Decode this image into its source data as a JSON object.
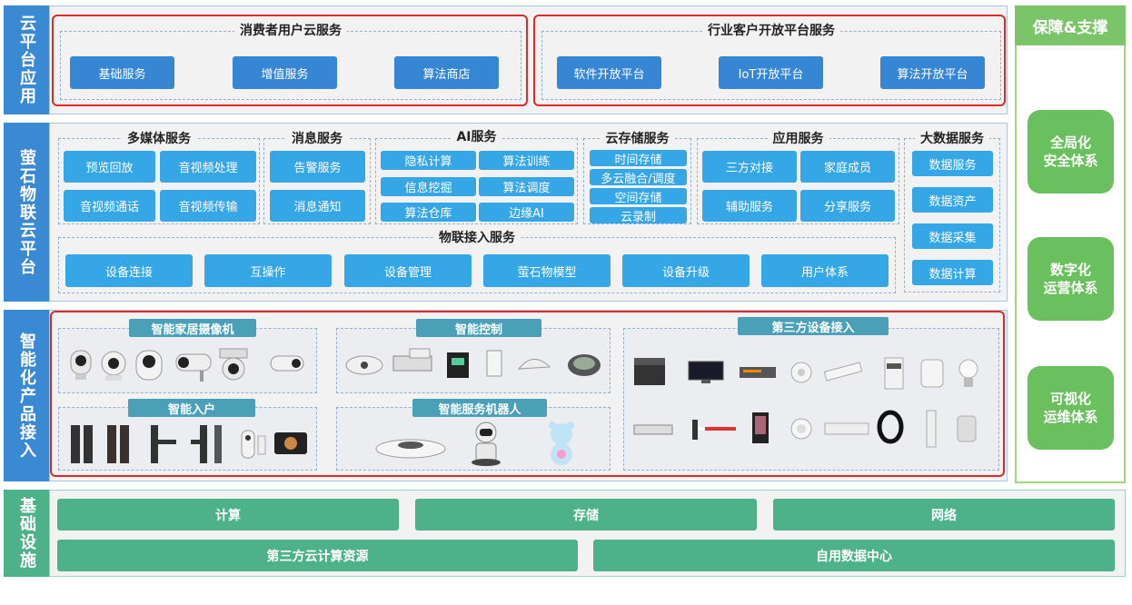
{
  "layers": {
    "cloud_app": {
      "side_label": "云平台应用",
      "consumer": {
        "title": "消费者用户云服务",
        "buttons": [
          "基础服务",
          "增值服务",
          "算法商店"
        ]
      },
      "industry": {
        "title": "行业客户开放平台服务",
        "buttons": [
          "软件开放平台",
          "IoT开放平台",
          "算法开放平台"
        ]
      }
    },
    "iot_platform": {
      "side_label": "萤石物联云平台",
      "multimedia": {
        "title": "多媒体服务",
        "buttons": [
          "预览回放",
          "音视频处理",
          "音视频通话",
          "音视频传输"
        ]
      },
      "message": {
        "title": "消息服务",
        "buttons": [
          "告警服务",
          "消息通知"
        ]
      },
      "ai": {
        "title": "AI服务",
        "buttons": [
          "隐私计算",
          "算法训练",
          "信息挖掘",
          "算法调度",
          "算法仓库",
          "边缘AI"
        ]
      },
      "storage": {
        "title": "云存储服务",
        "buttons": [
          "时间存储",
          "多云融合/调度",
          "空间存储",
          "云录制"
        ]
      },
      "application": {
        "title": "应用服务",
        "buttons": [
          "三方对接",
          "家庭成员",
          "辅助服务",
          "分享服务"
        ]
      },
      "bigdata": {
        "title": "大数据服务",
        "buttons": [
          "数据服务",
          "数据资产",
          "数据采集",
          "数据计算"
        ]
      },
      "access": {
        "title": "物联接入服务",
        "buttons": [
          "设备连接",
          "互操作",
          "设备管理",
          "萤石物模型",
          "设备升级",
          "用户体系"
        ]
      }
    },
    "products": {
      "side_label": "智能化产品接入",
      "groups": [
        "智能家居摄像机",
        "智能控制",
        "第三方设备接入",
        "智能入户",
        "智能服务机器人"
      ]
    },
    "infra": {
      "side_label": "基础设施",
      "row1": [
        "计算",
        "存储",
        "网络"
      ],
      "row2": [
        "第三方云计算资源",
        "自用数据中心"
      ]
    }
  },
  "support": {
    "title": "保障&支撑",
    "items": [
      "全局化\n安全体系",
      "数字化\n运营体系",
      "可视化\n运维体系"
    ]
  }
}
